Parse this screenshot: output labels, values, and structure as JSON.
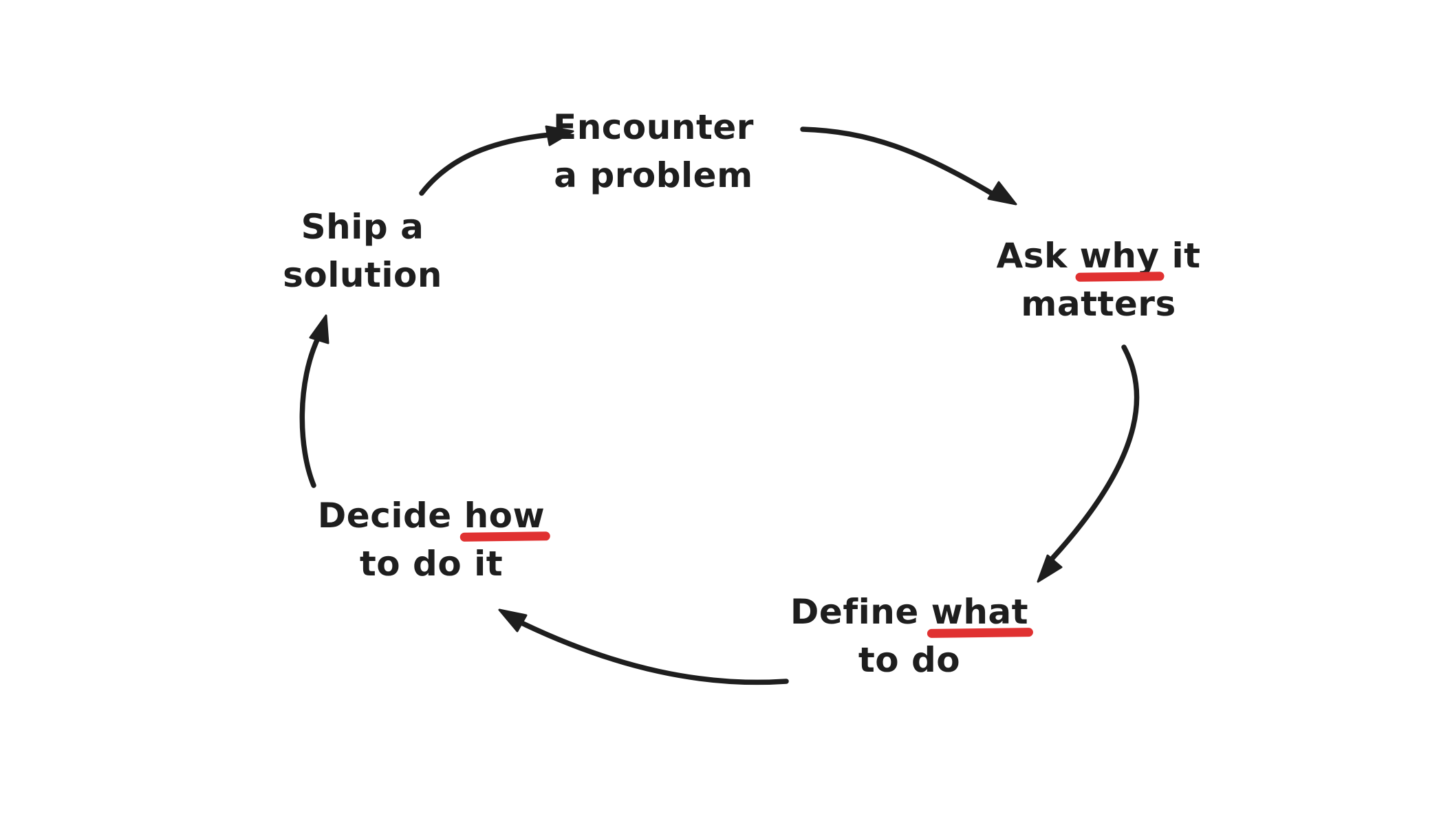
{
  "diagram": {
    "description": "Hand-drawn cycle of five steps connected by curved arrows",
    "colors": {
      "background": "#ffffff",
      "ink": "#1e1e1e",
      "underline": "#e03131"
    },
    "nodes": [
      {
        "id": "encounter-problem",
        "line1": "Encounter",
        "line2": "a problem"
      },
      {
        "id": "ask-why-it-matters",
        "line1_pre": "Ask ",
        "line1_underlined": "why",
        "line1_post": " it",
        "line2": "matters"
      },
      {
        "id": "define-what-to-do",
        "line1_pre": "Define ",
        "line1_underlined": "what",
        "line2": "to do"
      },
      {
        "id": "decide-how-to-do-it",
        "line1_pre": "Decide ",
        "line1_underlined": "how",
        "line2": "to do it"
      },
      {
        "id": "ship-a-solution",
        "line1": "Ship a",
        "line2": "solution"
      }
    ],
    "arrows": [
      {
        "from": "ship-a-solution",
        "to": "encounter-problem"
      },
      {
        "from": "encounter-problem",
        "to": "ask-why-it-matters"
      },
      {
        "from": "ask-why-it-matters",
        "to": "define-what-to-do"
      },
      {
        "from": "define-what-to-do",
        "to": "decide-how-to-do-it"
      },
      {
        "from": "decide-how-to-do-it",
        "to": "ship-a-solution"
      }
    ]
  }
}
